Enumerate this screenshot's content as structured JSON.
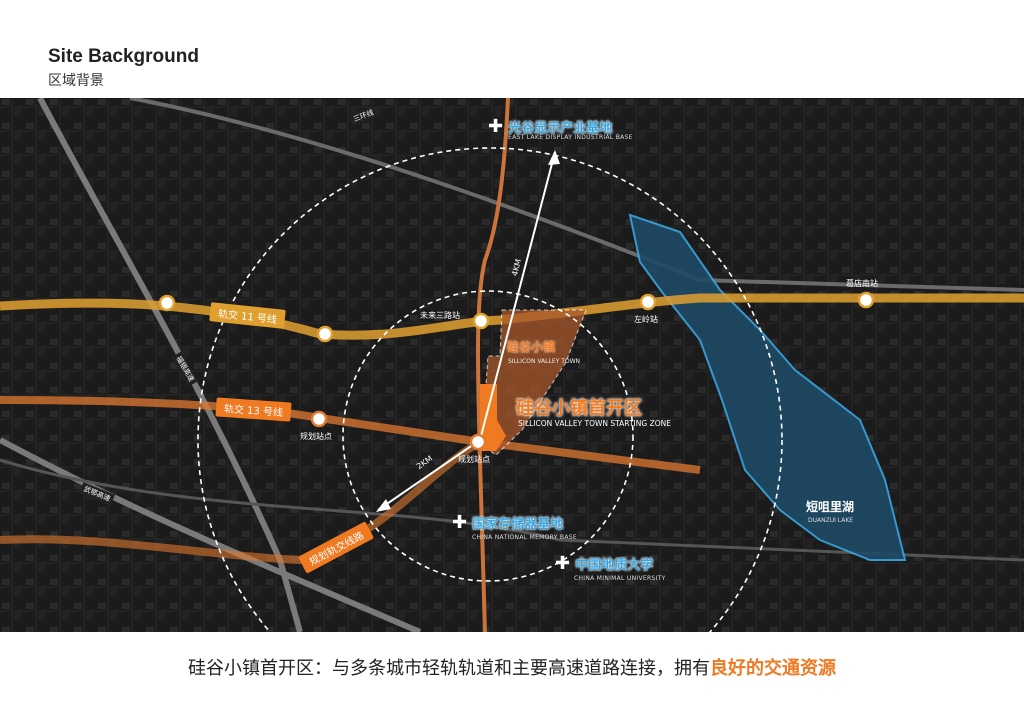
{
  "header": {
    "title": "Site Background",
    "subtitle": "区域背景"
  },
  "colors": {
    "accent": "#f07a22",
    "rail11": "#e0a030",
    "lake": "#1f4a66",
    "poi": "#3aa6e0"
  },
  "map": {
    "pois": [
      {
        "cn": "光谷显示产业基地",
        "en": "EAST LAKE DISPLAY INDUSTRIAL BASE"
      },
      {
        "cn": "国家存储器基地",
        "en": "CHINA NATIONAL MEMORY BASE"
      },
      {
        "cn": "中国地质大学",
        "en": "CHINA MINIMAL UNIVERSITY"
      }
    ],
    "town": {
      "cn": "硅谷小镇",
      "en": "SILLICON VALLEY TOWN"
    },
    "zone": {
      "cn": "硅谷小镇首开区",
      "en": "SILLICON VALLEY TOWN STARTING ZONE"
    },
    "lake": {
      "cn": "短咀里湖",
      "en": "DUANZUI LAKE"
    },
    "stations": [
      "未来三路站",
      "左岭站",
      "葛店南站",
      "规划站点",
      "规划站点"
    ],
    "rails": {
      "line11": "轨交 11 号线",
      "line13": "轨交 13 号线",
      "planned": "规划轨交线路"
    },
    "roads": [
      "福银高速",
      "武鄂高速",
      "三环线"
    ],
    "distances": {
      "far": "4KM",
      "near": "2KM"
    }
  },
  "caption": {
    "main": "硅谷小镇首开区：与多条城市轻轨轨道和主要高速道路连接，拥有",
    "highlight": "良好的交通资源"
  }
}
